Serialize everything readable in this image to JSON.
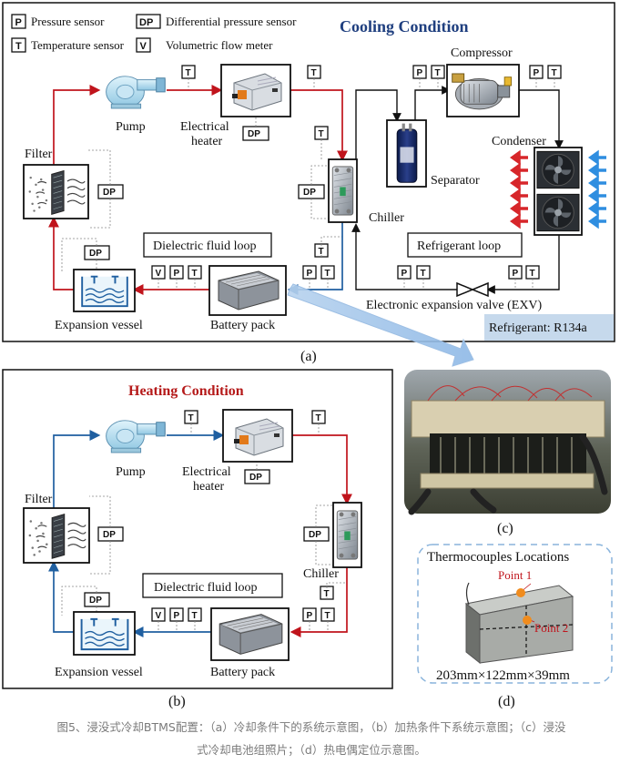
{
  "legend": {
    "p_symbol": "P",
    "p_label": "Pressure sensor",
    "dp_symbol": "DP",
    "dp_label": "Differential  pressure sensor",
    "t_symbol": "T",
    "t_label": "Temperature sensor",
    "v_symbol": "V",
    "v_label": "Volumetric  flow meter"
  },
  "panel_a": {
    "title": "Cooling Condition",
    "letter": "(a)",
    "refrigerant_note": "Refrigerant: R134a",
    "labels": {
      "pump": "Pump",
      "heater_1": "Electrical",
      "heater_2": "heater",
      "filter": "Filter",
      "chiller": "Chiller",
      "compressor": "Compressor",
      "separator": "Separator",
      "condenser": "Condenser",
      "dielectric_loop": "Dielectric fluid loop",
      "refrigerant_loop": "Refrigerant loop",
      "expansion_vessel": "Expansion vessel",
      "battery_pack": "Battery pack",
      "exv": "Electronic expansion valve (EXV)"
    }
  },
  "panel_b": {
    "title": "Heating Condition",
    "letter": "(b)",
    "labels": {
      "pump": "Pump",
      "heater_1": "Electrical",
      "heater_2": "heater",
      "filter": "Filter",
      "chiller": "Chiller",
      "dielectric_loop": "Dielectric fluid loop",
      "expansion_vessel": "Expansion vessel",
      "battery_pack": "Battery pack"
    }
  },
  "panel_c": {
    "letter": "(c)"
  },
  "panel_d": {
    "letter": "(d)",
    "title": "Thermocouples Locations",
    "point1": "Point 1",
    "point2": "Point 2",
    "dimensions": "203mm×122mm×39mm"
  },
  "caption": {
    "line1": "图5、浸没式冷却BTMS配置：（a）冷却条件下的系统示意图，（b）加热条件下系统示意图；（c）浸没",
    "line2": "式冷却电池组照片；（d）热电偶定位示意图。"
  },
  "colors": {
    "hot_line": "#c0141c",
    "cold_line": "#1f5fa0",
    "title_blue": "#1f3f7f",
    "title_red": "#b51a1a",
    "arrow_red": "#d7262a",
    "arrow_blue": "#2f8ee0",
    "note_bg": "#c6d9ec",
    "point_orange": "#f08c1e",
    "dashed_blue": "#8ab4dc"
  },
  "icons": [
    "pump-icon",
    "heater-icon",
    "filter-icon",
    "chiller-icon",
    "compressor-icon",
    "separator-icon",
    "condenser-fan-icon",
    "battery-pack-icon",
    "expansion-vessel-icon",
    "expansion-valve-icon"
  ]
}
